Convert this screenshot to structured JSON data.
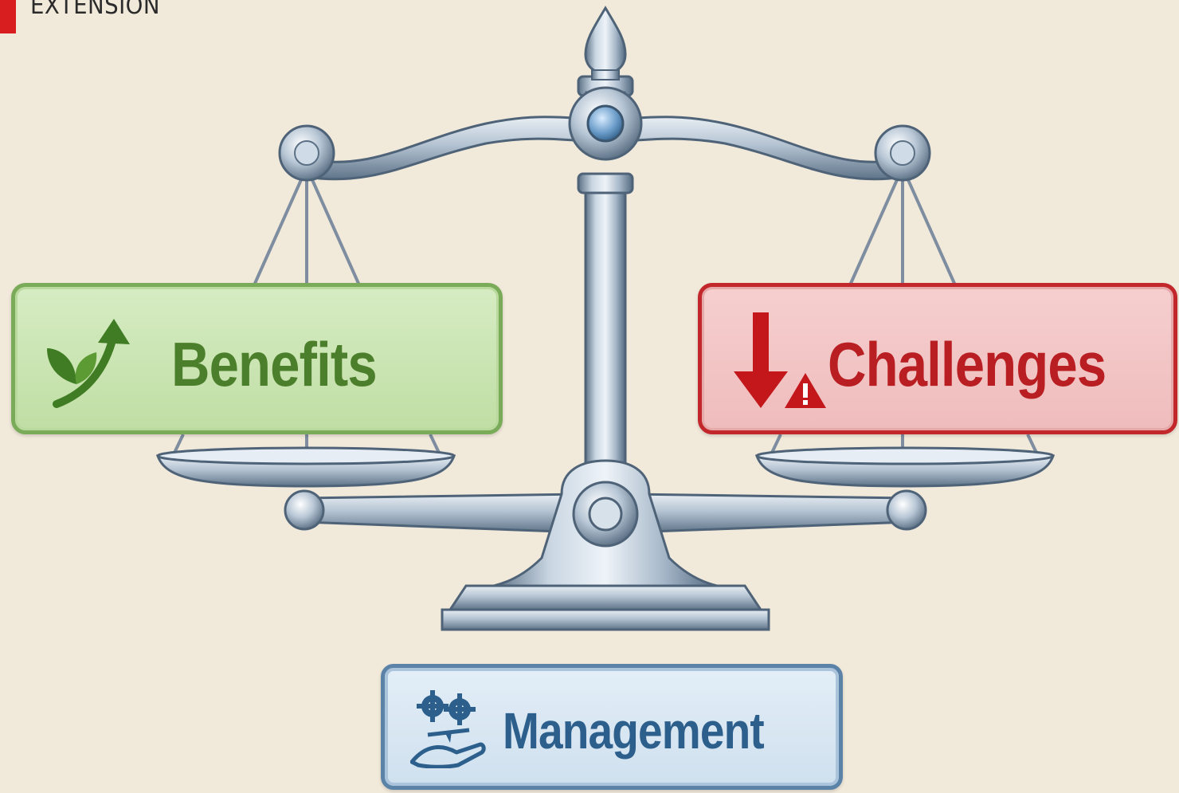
{
  "header": {
    "logo_text": "EXTENSION",
    "logo_color": "#d81e1e"
  },
  "scale": {
    "balance": "level",
    "color": "#8ea3b8"
  },
  "panels": {
    "benefits": {
      "label": "Benefits",
      "icon": "sprout-growth-arrow-icon",
      "text_color": "#4b7f2b",
      "fill_color": "#cbe5b3"
    },
    "challenges": {
      "label": "Challenges",
      "icon": "down-arrow-warning-icon",
      "text_color": "#b81e22",
      "fill_color": "#f3c6c6"
    },
    "management": {
      "label": "Management",
      "icon": "gears-hand-balance-icon",
      "text_color": "#2d5f8c",
      "fill_color": "#dae8f3"
    }
  }
}
